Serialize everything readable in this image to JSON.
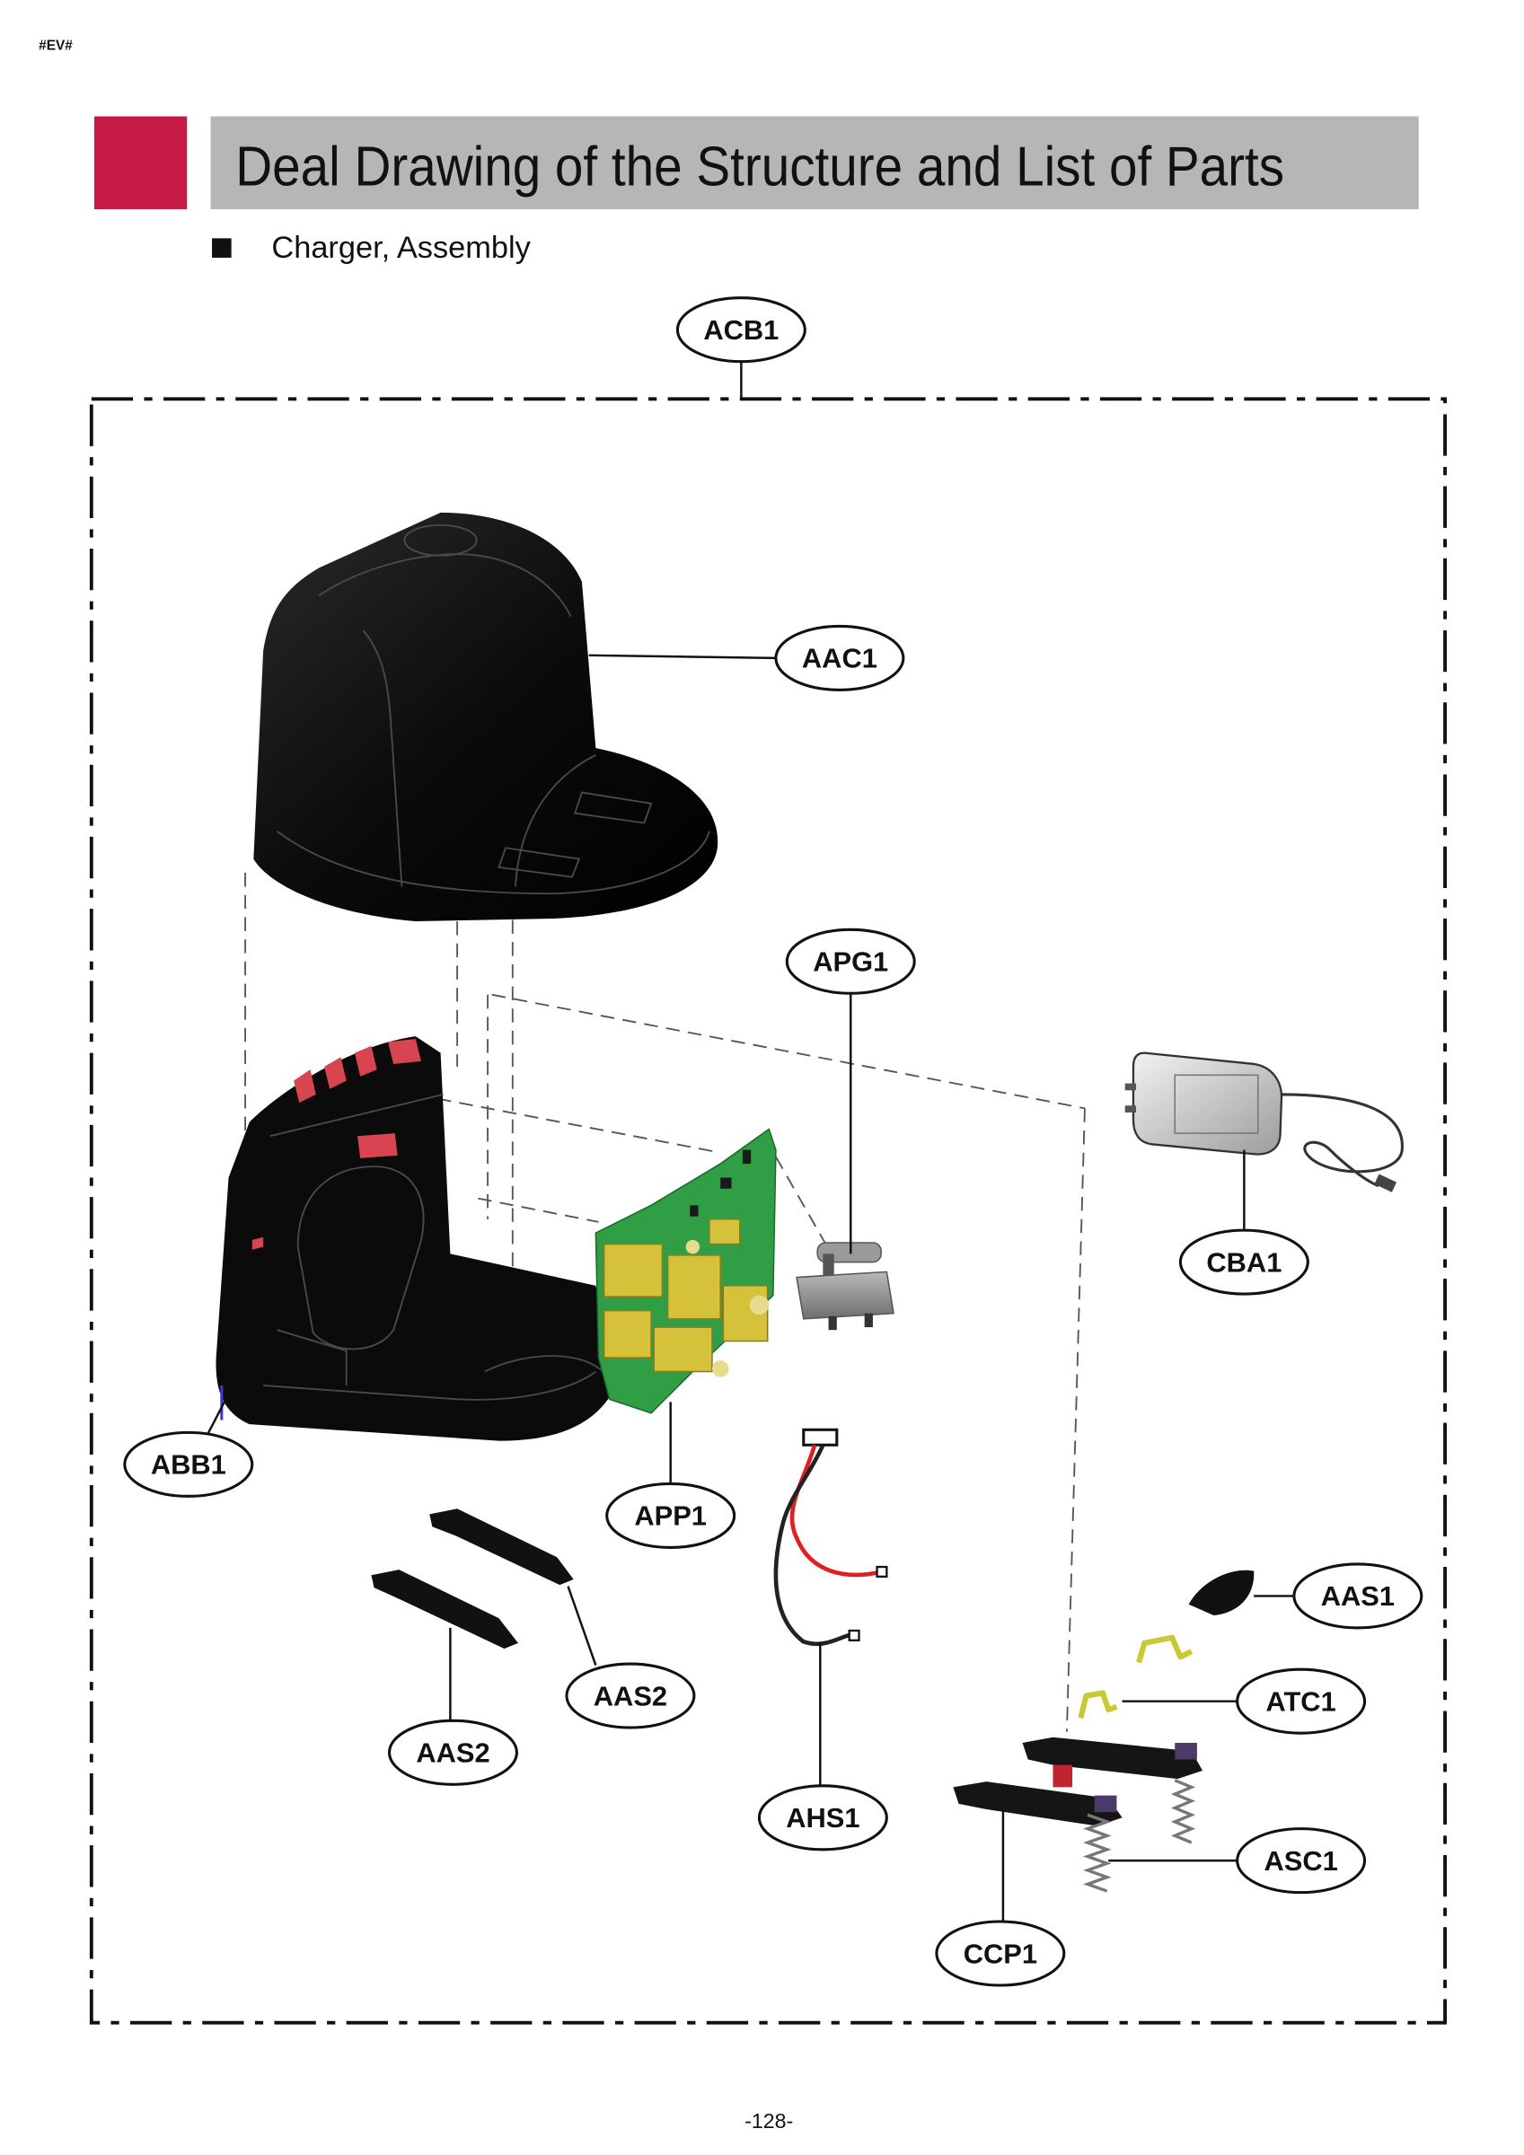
{
  "header": {
    "code": "#EV#",
    "title": "Deal Drawing of the Structure and List of Parts",
    "subtitle": "Charger, Assembly",
    "accent_color": "#c51a44",
    "bar_color": "#b5b6b8"
  },
  "labels": {
    "acb1": "ACB1",
    "aac1": "AAC1",
    "apg1": "APG1",
    "cba1": "CBA1",
    "abb1": "ABB1",
    "app1": "APP1",
    "aas1": "AAS1",
    "aas2_right": "AAS2",
    "aas2_left": "AAS2",
    "atc1": "ATC1",
    "ahs1": "AHS1",
    "asc1": "ASC1",
    "ccp1": "CCP1"
  },
  "footer": {
    "page_number": "-128-"
  }
}
